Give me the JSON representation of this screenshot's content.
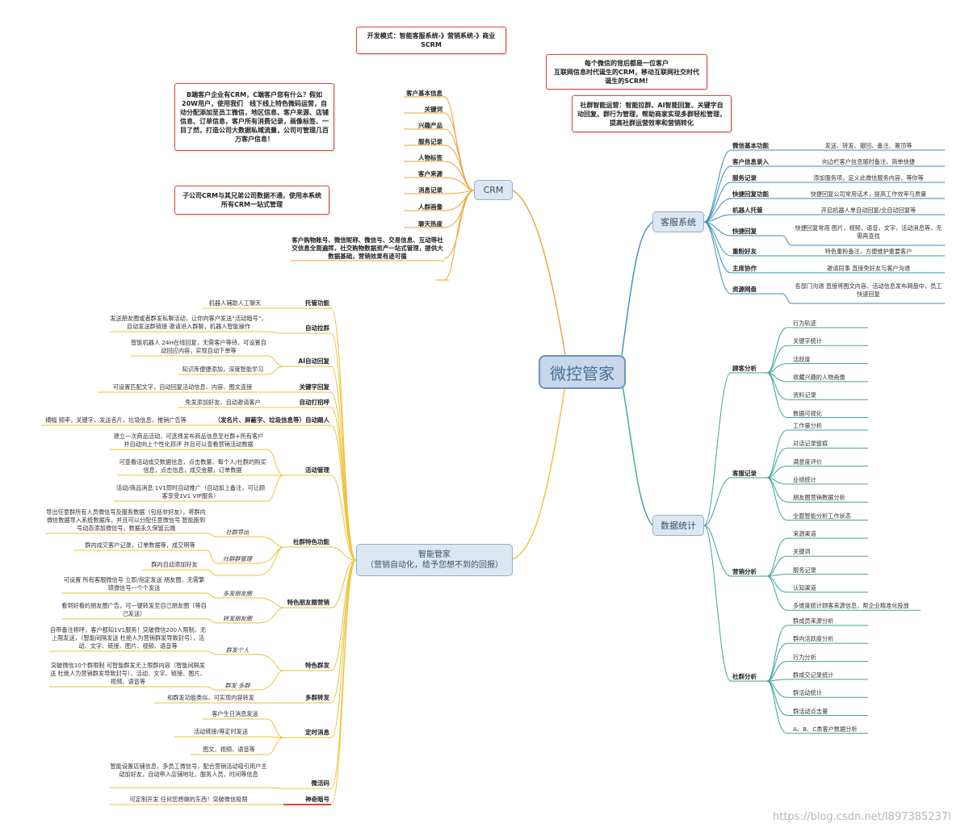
{
  "center": "微控管家",
  "notes": {
    "dev_mode": "开发模式：智能客服系统-》营销系统-》商业SCRM",
    "wechat": "每个微信的背后都是一位客户\n互联网信息时代诞生的CRM，移动互联网社交时代诞生的SCRM!",
    "community": "社群智能运营：智能拉群、AI智能回复、关键字自动回复、群行为管理，帮助商家实现多群轻松管理，提高社群运营效率和营销转化",
    "b2c": "B端客户企业有CRM，C端客户您有什么？假如20W用户，使用我们　线下线上特色微码运营，自动分配添加至员工微信，地区信息、客户来源、店铺信息、订单信息，客户所有消费记录，画像标签、一目了然，打造公司大数据私域流量，公司可管理几百万客户信息！",
    "subsidiary": "子公司CRM与其兄弟公司数据不通，使用本系统 所有CRM一站式管理"
  },
  "crm": {
    "label": "CRM",
    "items": [
      "客户基本信息",
      "关键词",
      "兴趣产品",
      "服务记录",
      "人物标签",
      "客户来源",
      "消息记录",
      "人群画像",
      "聊天热度"
    ],
    "summary": "客户购物账号、微信昵称、微信号、交易信息、互动等社交信息全面遍挥，社交购物数据资产一站式管理，提供大数据基础，营销效果有迹可循"
  },
  "kefu": {
    "label": "客服系统",
    "items": [
      {
        "name": "微信基本功能",
        "desc": "发送、转发、撤回、备注、置顶等"
      },
      {
        "name": "客户信息录入",
        "desc": "向边栏客户信息随时备注，简单快捷"
      },
      {
        "name": "服务记录",
        "desc": "添加服务项，定义此微信服务内容，等你等"
      },
      {
        "name": "快捷回复功能",
        "desc": "快捷回复公司常用话术，提高工作效率与质量"
      },
      {
        "name": "机器人托管",
        "desc": "开启机器人单自动回复/全自动回复等"
      },
      {
        "name": "快捷回复",
        "desc": "快捷回复常用 图片，视频，语音，文字，活动消息等，无需再查找"
      },
      {
        "name": "重粉好友",
        "desc": "特色重粉备注，方便维护重要客户"
      },
      {
        "name": "主席协作",
        "desc": "邀请同事 直接免好友与客户沟通"
      },
      {
        "name": "资源网盘",
        "desc": "各部门沟通 直接将图文内容、活动信息发布网盘中，员工快速回复"
      }
    ]
  },
  "stats": {
    "label": "数据统计",
    "groups": [
      {
        "name": "顾客分析",
        "items": [
          "行为轨迹",
          "关键字统计",
          "活跃度",
          "收藏兴趣的人物画像",
          "资料记录",
          "数据可视化"
        ]
      },
      {
        "name": "客服记录",
        "items": [
          "工作量分析",
          "对话记录留痕",
          "满意度评价",
          "业绩统计",
          "朋友圈营销数据分析",
          "全面智能分析工作状态"
        ]
      },
      {
        "name": "营销分析",
        "items": [
          "来源渠道",
          "关键词",
          "服务记录",
          "认知渠道",
          "多维度统计顾客来源信息，帮企业精准化投放"
        ]
      },
      {
        "name": "社群分析",
        "items": [
          "群成员来源分析",
          "群内活跃度分析",
          "行为分析",
          "群成交记录统计",
          "群活动统计",
          "群活动点击量",
          "A、B、C类客户数据分析"
        ]
      }
    ]
  },
  "smart": {
    "label": "智能管家",
    "sublabel": "（营销自动化，给予您想不到的回报）",
    "groups": [
      {
        "name": "托管功能",
        "descs": [
          "机器人辅助人工聊天"
        ]
      },
      {
        "name": "自动拉群",
        "descs": [
          "发送朋友圈或者群发私聊活动，让你向客户发送“活动暗号”，自动发送群链接 邀请进入群聊，机器人智能操作"
        ]
      },
      {
        "name": "AI自动回复",
        "descs": [
          "智能机器人 24H在线回复，无需客户等待，可设置自动回应内容，实现自动下单等",
          "知识库便捷添加，深度智能学习"
        ]
      },
      {
        "name": "关键字回复",
        "descs": [
          "可设置匹配文字，自动回复活动信息、内容、图文连接"
        ]
      },
      {
        "name": "自动打招呼",
        "descs": [
          "免发添加好友，自动邀请客户"
        ]
      },
      {
        "name": "（发名片、屏蔽字、垃圾信息等）自动踢人",
        "descs": [
          "横幅 频率，关键字，发送名片，垃圾信息，推销广告等"
        ]
      },
      {
        "name": "活动管理",
        "descs": [
          "建立一次商品活动，可选择发布商品信息至社群+所有客户 并自动向上个性化邦评 并且可以查看营销活动数据",
          "可查看活动成交数据信息，点击数量、每个人/社群的购买信息，点击信息，成交金额，订单数据",
          "活动/商品消息 1V1即时自动推广（自动加上备注，可让顾客享受1V1 VIP服务）"
        ]
      },
      {
        "name": "社群特色功能",
        "subs": [
          {
            "name": "社群导出",
            "desc": "导出任意群所有人员微信号及服务数据（包括非好友），将群内微信数据导入系统数据库，并且可以分配任意微信号 智能跑到号动态添加微信号，数据永久保留云端"
          },
          {
            "name": "社群群管理",
            "desc": "群内成交客户记录，订单数据等，成交明等"
          },
          {
            "name": "",
            "desc": "群内自动添加好友"
          }
        ]
      },
      {
        "name": "特色朋友圈营销",
        "subs": [
          {
            "name": "多发朋友圈",
            "desc": "可设置 所有客服微信号 立即/指定发送 朋友圈，无需繁琐微信号一个个发送"
          },
          {
            "name": "转发朋友圈",
            "desc": "看到好看的朋友圈广告，可一键转发至自己朋友圈（等自己发送）"
          }
        ]
      },
      {
        "name": "特色群发",
        "subs": [
          {
            "name": "群发个人",
            "desc": "自带备注称呼，客户都知1V1服务！突破微信200人限制，无上限发送，（智能间隔发送 杜绝人为营销群发导致封号），活动、文字、链接、图片、视频、语音等"
          },
          {
            "name": "群发 多群",
            "desc": "突破微信10个群限制 可智能群发无上限群内容（智能间隔发送 杜绝人为营销群发导致封号），活动、文字、链接、图片、视频、语音等"
          }
        ]
      },
      {
        "name": "多群转发",
        "descs": [
          "和群发功能类似，可实现内容转发"
        ]
      },
      {
        "name": "定时消息",
        "descs": [
          "客户生日消息发送",
          "活动链接/等定时发送",
          "图文、视频、语音等"
        ]
      },
      {
        "name": "微活码",
        "descs": [
          "智能设置店铺信息，多员工微信号，配合营销活动吸引用户主动加好友，自动带入店铺地址，服务人员，时间等信息"
        ]
      },
      {
        "name": "神奇暗号",
        "descs": [
          "可定制开发 任何您想做的东西！突破微信极限"
        ]
      }
    ]
  },
  "watermark": "https://blog.csdn.net/l897385237l"
}
